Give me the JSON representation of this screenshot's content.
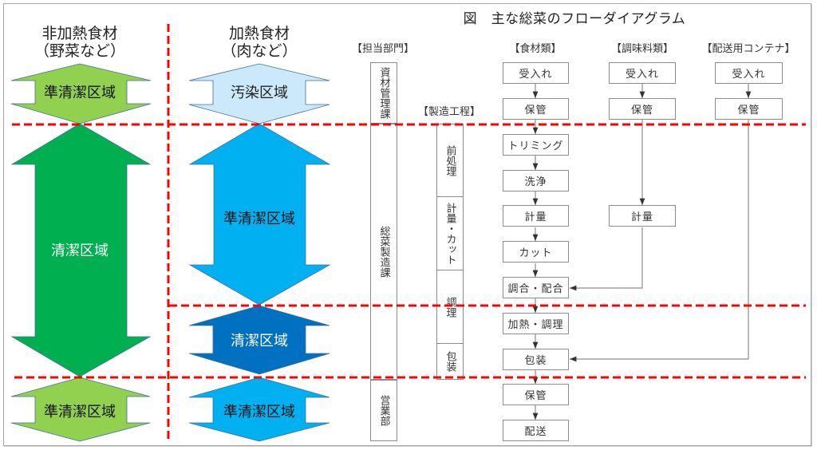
{
  "title": "図　主な総菜のフローダイアグラム",
  "colors": {
    "semi_clean_green": "#92d050",
    "clean_green": "#00b050",
    "contaminated_blue": "#cce9fb",
    "semi_clean_blue": "#00b0f0",
    "clean_blue": "#0070c0",
    "zone_border": "#41719c",
    "boundary_line": "#ff0000"
  },
  "zones": {
    "non_heated": {
      "header_line1": "非加熱食材",
      "header_line2": "（野菜など）",
      "areas": [
        "準清潔区域",
        "清潔区域",
        "準清潔区域"
      ]
    },
    "heated": {
      "header_line1": "加熱食材",
      "header_line2": "（肉など）",
      "areas": [
        "汚染区域",
        "準清潔区域",
        "清潔区域",
        "準清潔区域"
      ]
    }
  },
  "headers": {
    "department": "【担当部門】",
    "process": "【製造工程】",
    "ingredients": "【食材類】",
    "seasonings": "【調味料類】",
    "containers": "【配送用コンテナ】"
  },
  "departments": [
    "資材管理課",
    "総菜製造課",
    "営業部"
  ],
  "processes": [
    "前処理",
    "計量・カット",
    "調理",
    "包装"
  ],
  "flow": {
    "ingredients": [
      "受入れ",
      "保管",
      "トリミング",
      "洗浄",
      "計量",
      "カット",
      "調合・配合",
      "加熱・調理",
      "包装",
      "保管",
      "配送"
    ],
    "seasonings": [
      "受入れ",
      "保管",
      "計量"
    ],
    "containers": [
      "受入れ",
      "保管"
    ]
  }
}
